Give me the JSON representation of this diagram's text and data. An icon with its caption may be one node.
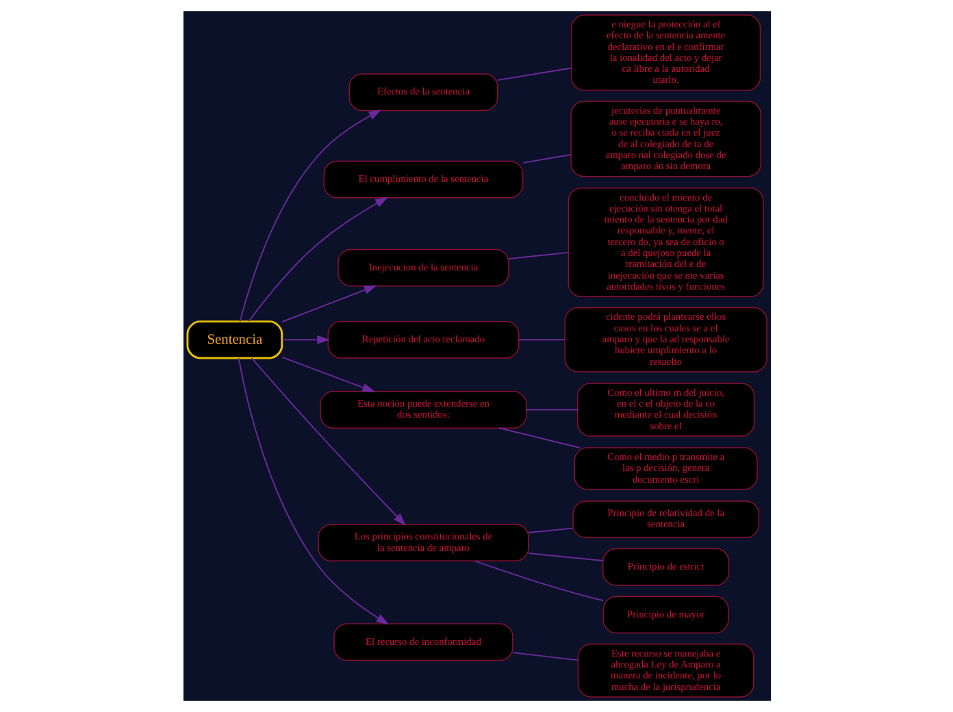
{
  "diagram": {
    "nodes": [
      {
        "text": [
          "Sentencia"
        ]
      },
      {
        "text": [
          "Efectos de la sentencia"
        ]
      },
      {
        "text": [
          "e niegue la protección al el efecto de la sentencia amente declarativo en el e confirmar la ionalidad del acto y dejar ca libre a la autoridad utarlo."
        ]
      },
      {
        "text": [
          "El cumplimiento de la sentencia"
        ]
      },
      {
        "text": [
          "jecutorias de puntualmente ause ejecutoria e se haya ro, o se reciba ctada en el juez de al colegiado de ta de amparo nal colegiado dose de amparo án sin demora"
        ]
      },
      {
        "text": [
          "Inejecucion de la sentencia"
        ]
      },
      {
        "text": [
          "concluido el miento de ejecución sin otenga el total miento de la sentencia por dad responsable y, mente, el tercero do, ya sea de oficio o a del quejoso puede la tramitación del e de inejecución que se nte varias autoridades tivos y funciones"
        ]
      },
      {
        "text": [
          "Repetición del acto reclamado"
        ]
      },
      {
        "text": [
          "cidente podrá plantearse ellos casos en los cuales se a el amparo y que la ad responsable hubiere umplimiento a lo resuelto"
        ]
      },
      {
        "text": [
          "Esta noción puede extenderse en dos sentidos:"
        ]
      },
      {
        "text": [
          "Como el ultimo m del juicio, en el c el objeto de la co mediante el cual decisión sobre el"
        ]
      },
      {
        "text": [
          "Como el medio p transmite a las p decisión, genera documento escri"
        ]
      },
      {
        "text": [
          "Los principios constitucionales de la sentencia de amparo"
        ]
      },
      {
        "text": [
          "Principio de relatividad de la sentencia"
        ]
      },
      {
        "text": [
          "Principio de estrict"
        ]
      },
      {
        "text": [
          "Principio de mayor"
        ]
      },
      {
        "text": [
          "El recurso de inconformidad"
        ]
      },
      {
        "text": [
          "Este recurso se manejaba e abrogada Ley de Amparo a manera de incidente, por lo mucha de la jurisprudencia"
        ]
      }
    ],
    "edges": [
      {
        "from": 0,
        "to": 1,
        "arrow": "to"
      },
      {
        "from": 1,
        "to": 2,
        "arrow": "none"
      },
      {
        "from": 0,
        "to": 3,
        "arrow": "to"
      },
      {
        "from": 3,
        "to": 4,
        "arrow": "none"
      },
      {
        "from": 0,
        "to": 5,
        "arrow": "to"
      },
      {
        "from": 5,
        "to": 6,
        "arrow": "none"
      },
      {
        "from": 0,
        "to": 7,
        "arrow": "to"
      },
      {
        "from": 7,
        "to": 8,
        "arrow": "none"
      },
      {
        "from": 0,
        "to": 9,
        "arrow": "to"
      },
      {
        "from": 9,
        "to": 10,
        "arrow": "none"
      },
      {
        "from": 9,
        "to": 11,
        "arrow": "none"
      },
      {
        "from": 0,
        "to": 12,
        "arrow": "to"
      },
      {
        "from": 12,
        "to": 13,
        "arrow": "none"
      },
      {
        "from": 12,
        "to": 14,
        "arrow": "none"
      },
      {
        "from": 12,
        "to": 15,
        "arrow": "none"
      },
      {
        "from": 0,
        "to": 16,
        "arrow": "to"
      },
      {
        "from": 16,
        "to": 17,
        "arrow": "none"
      }
    ]
  }
}
